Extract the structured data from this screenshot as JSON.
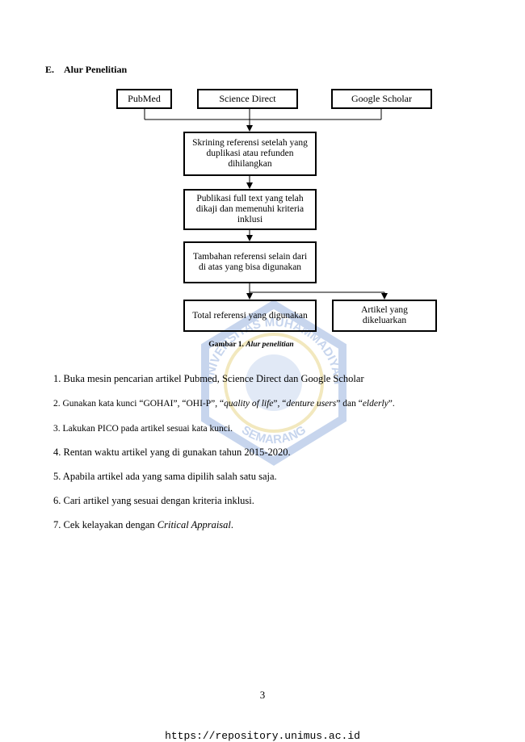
{
  "heading": {
    "letter": "E.",
    "title": "Alur Penelitian"
  },
  "flowchart": {
    "source_pubmed": "PubMed",
    "source_sciencedirect": "Science Direct",
    "source_scholar": "Google Scholar",
    "step_screening": "Skrining referensi setelah yang duplikasi atau refunden dihilangkan",
    "step_fulltext": "Publikasi full text yang telah dikaji dan memenuhi kriteria inklusi",
    "step_additional": "Tambahan referensi selain dari di atas yang bisa digunakan",
    "result_total": "Total referensi yang digunakan",
    "result_excluded": "Artikel yang dikeluarkan"
  },
  "caption": {
    "label": "Gambar  1.",
    "title": "Alur penelitian"
  },
  "steps": [
    "1. Buka mesin pencarian artikel Pubmed, Science Direct dan Google Scholar",
    "2. Gunakan kata kunci “GOHAI”, “OHI-P”, “",
    "quality of life",
    "”, “",
    "denture users",
    "” dan “",
    "elderly",
    "”.",
    "3. Lakukan PICO pada artikel sesuai kata kunci.",
    "4. Rentan waktu artikel yang di gunakan tahun 2015-2020.",
    "5. Apabila artikel ada yang sama dipilih salah satu saja.",
    "6. Cari artikel yang sesuai dengan kriteria inklusi.",
    "7. Cek kelayakan dengan ",
    "Critical Appraisal",
    "."
  ],
  "watermark": {
    "top_text": "UNIVERSITAS MUHAMMADIYAH",
    "bottom_text": "SEMARANG",
    "color": "#9ab4e0",
    "accent": "#e8d68a"
  },
  "page_number": "3",
  "footer_url": "https://repository.unimus.ac.id"
}
